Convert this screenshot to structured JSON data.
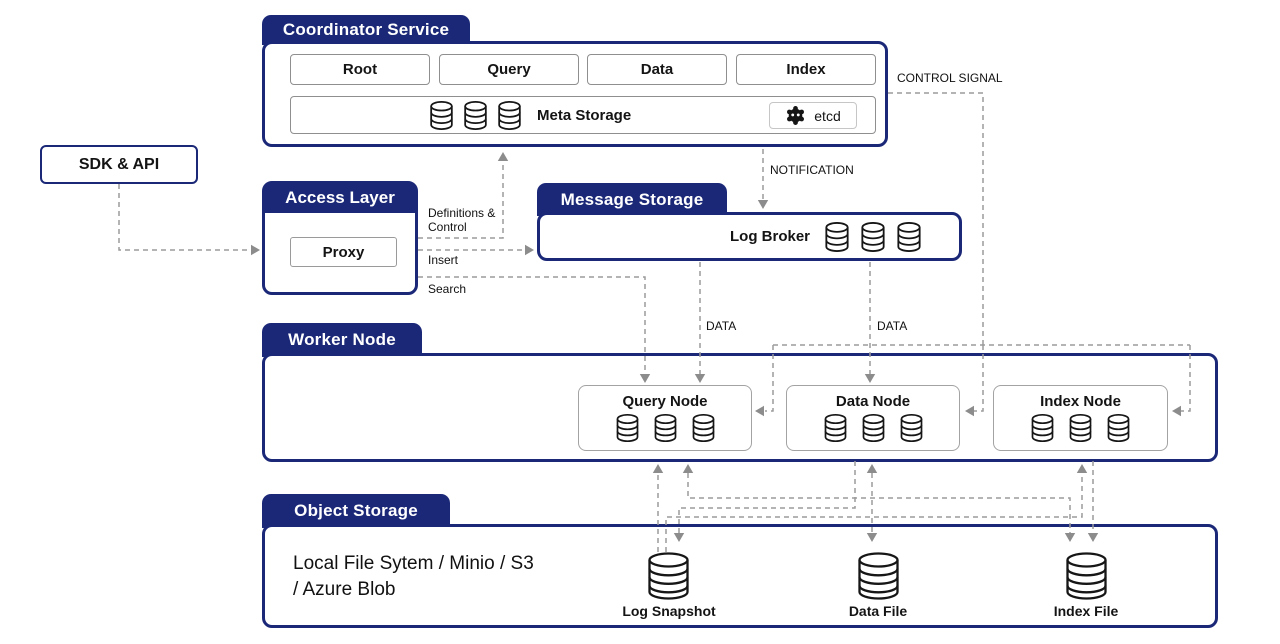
{
  "diagram": {
    "coordinator": {
      "title": "Coordinator Service",
      "services": [
        "Root",
        "Query",
        "Data",
        "Index"
      ],
      "meta_storage_label": "Meta Storage",
      "etcd_label": "etcd"
    },
    "sdk_api": {
      "label": "SDK & API"
    },
    "access_layer": {
      "title": "Access Layer",
      "proxy_label": "Proxy"
    },
    "message_storage": {
      "title": "Message Storage",
      "log_broker_label": "Log Broker"
    },
    "worker_node": {
      "title": "Worker Node",
      "nodes": [
        {
          "label": "Query Node"
        },
        {
          "label": "Data Node"
        },
        {
          "label": "Index Node"
        }
      ]
    },
    "object_storage": {
      "title": "Object Storage",
      "backends_label": "Local File Sytem / Minio / S3 / Azure Blob",
      "files": [
        {
          "label": "Log Snapshot"
        },
        {
          "label": "Data File"
        },
        {
          "label": "Index File"
        }
      ]
    },
    "connectors": {
      "control_signal": "CONTROL SIGNAL",
      "notification": "NOTIFICATION",
      "definitions_control": "Definitions & Control",
      "insert": "Insert",
      "search": "Search",
      "data_to_query": "DATA",
      "data_to_data": "DATA"
    },
    "colors": {
      "navy": "#1b2878",
      "line_gray": "#9b9b9b",
      "arrow_gray": "#8c8c8c",
      "box_border_gray": "#8f8f8f"
    }
  }
}
